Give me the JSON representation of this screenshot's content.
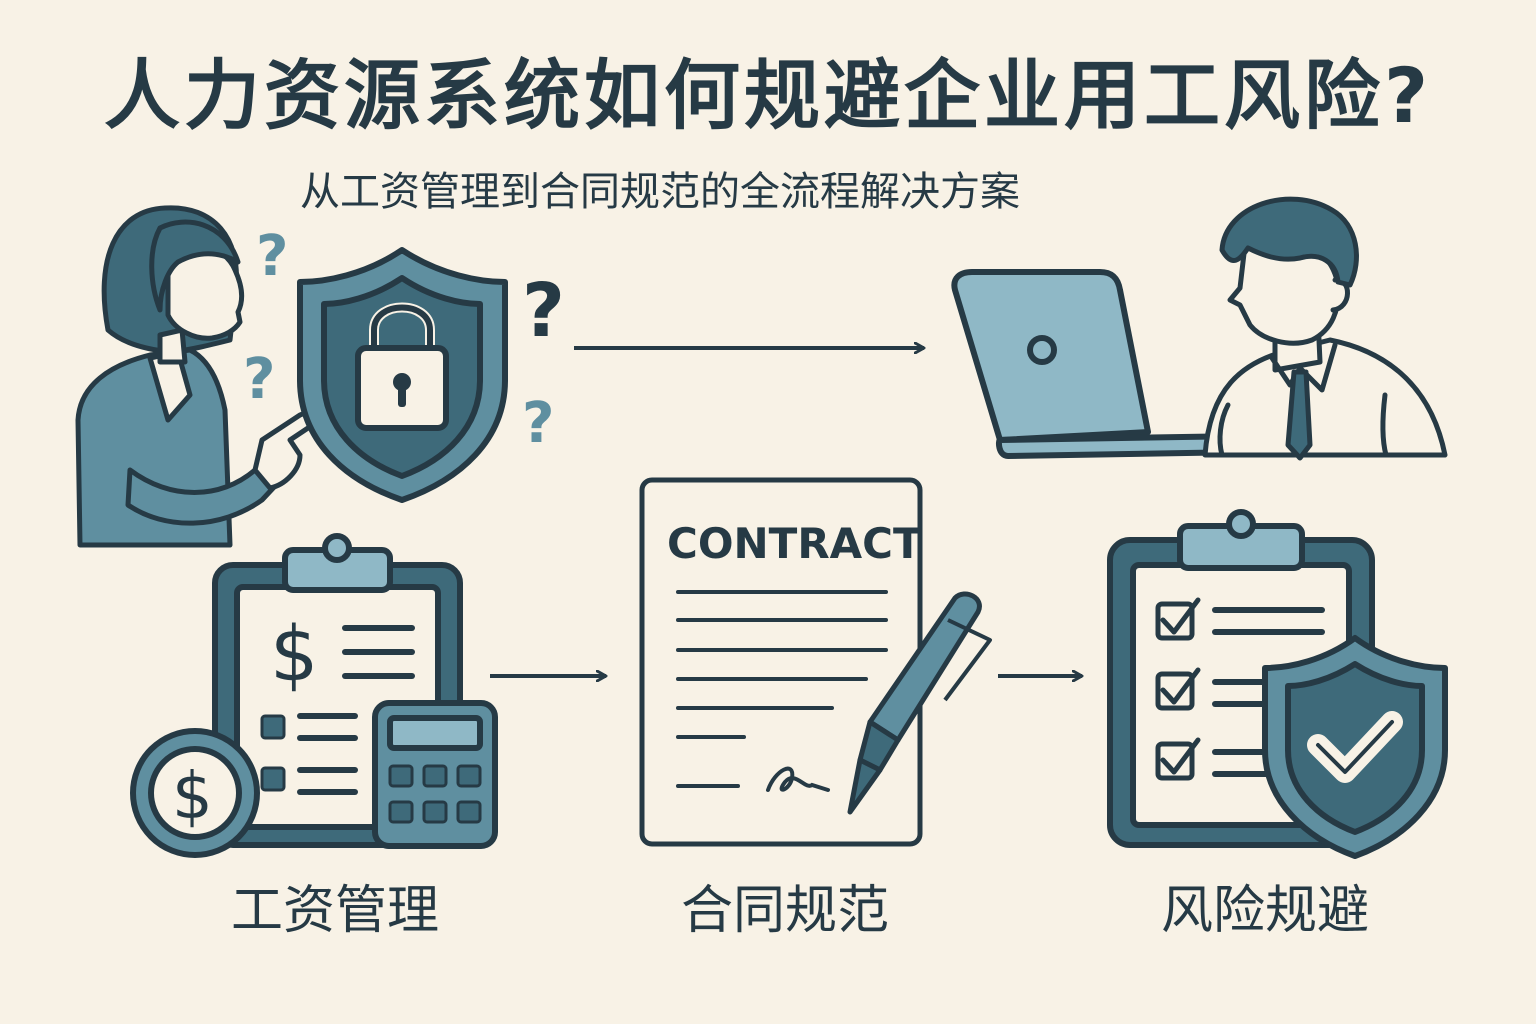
{
  "header": {
    "title": "人力资源系统如何规避企业用工风险?",
    "subtitle": "从工资管理到合同规范的全流程解决方案"
  },
  "contract": {
    "heading": "CONTRACT"
  },
  "steps": [
    {
      "label": "工资管理",
      "icon": "payroll-clipboard-icon"
    },
    {
      "label": "合同规范",
      "icon": "contract-document-icon"
    },
    {
      "label": "风险规避",
      "icon": "checklist-shield-icon"
    }
  ],
  "glyphs": {
    "question": "?",
    "dollar": "$"
  },
  "colors": {
    "background": "#f8f2e6",
    "ink": "#263a45",
    "dark_teal": "#3e6a7a",
    "mid_teal": "#5f8fa0",
    "light_teal": "#8fb8c6"
  }
}
